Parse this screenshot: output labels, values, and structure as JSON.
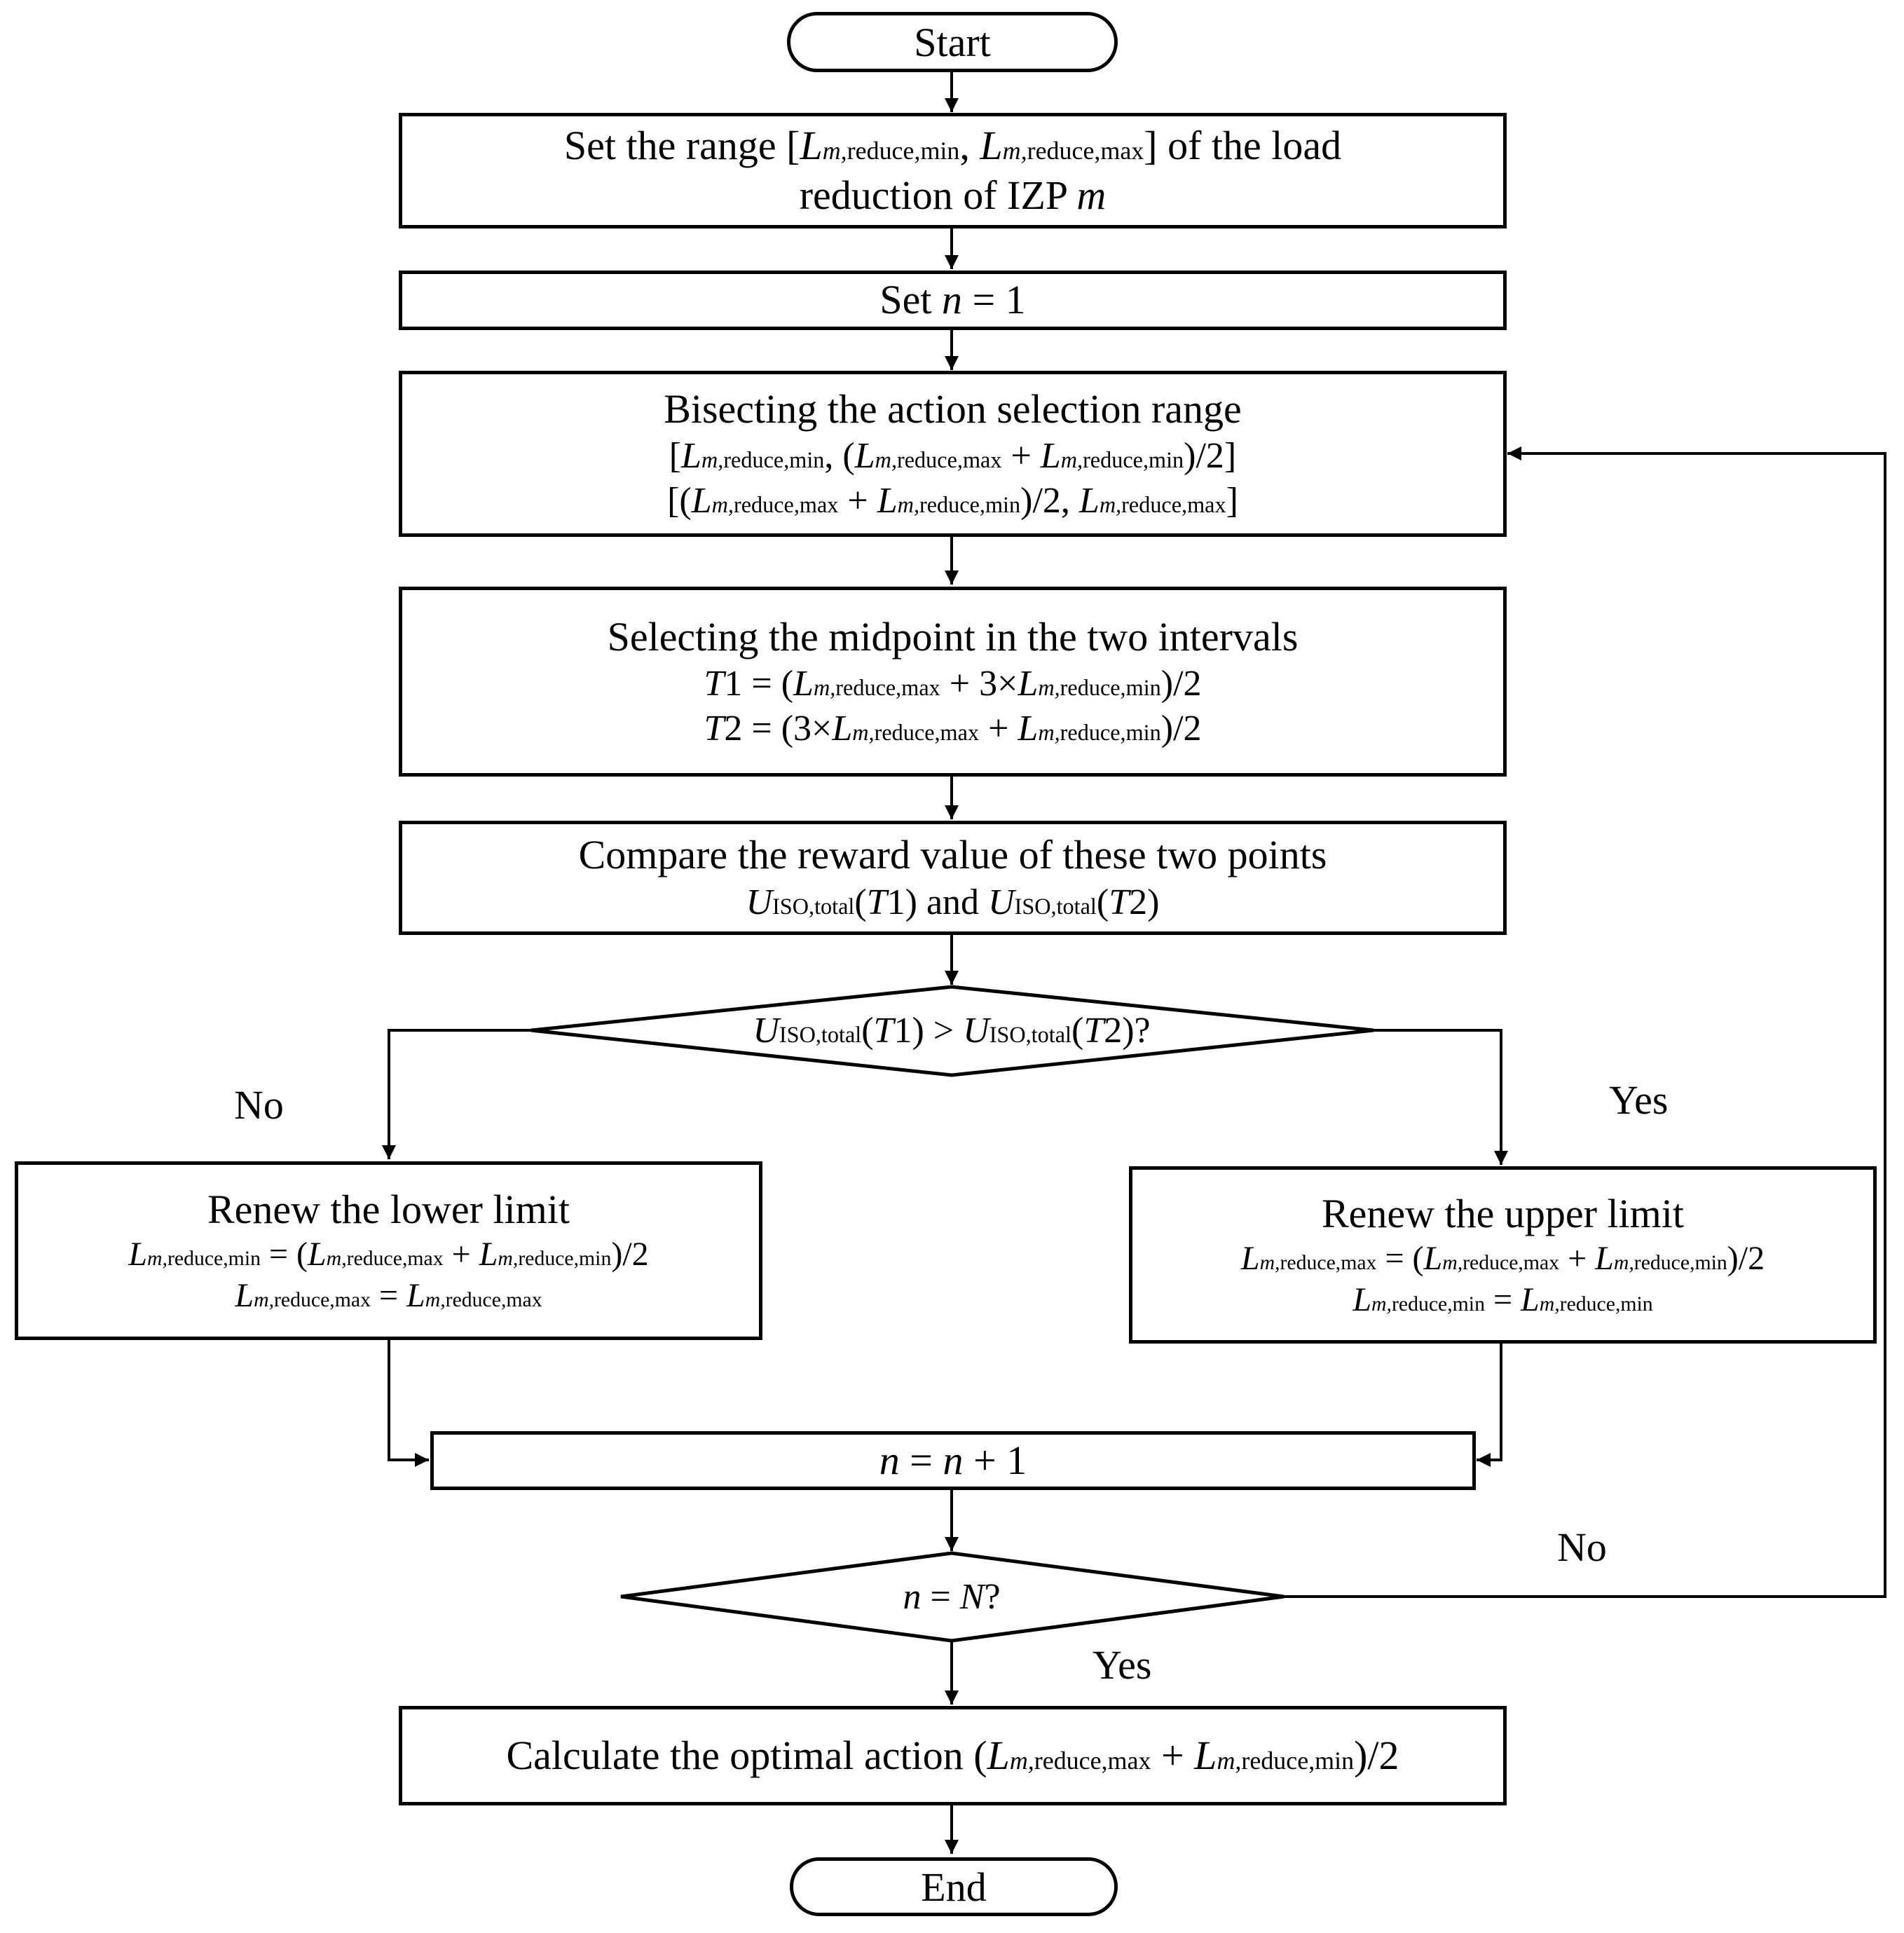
{
  "start_label": "Start",
  "end_label": "End",
  "sub": {
    "min": "reduce,min",
    "max": "reduce,max",
    "iso": "ISO,total"
  },
  "step_set_range": {
    "prefix": "Set the range [",
    "comma": ", ",
    "suffix": "] of the load",
    "line2": "reduction of IZP "
  },
  "step_set_n": {
    "prefix": "Set ",
    "suffix": " = 1"
  },
  "step_bisect": {
    "title": "Bisecting the action selection range",
    "l1_open": "[",
    "l1_mid": ", (",
    "plus": " + ",
    "l1_close": ")/2]",
    "l2_open": "[(",
    "l2_mid": ")/2, ",
    "l2_close": "]"
  },
  "step_midpoint": {
    "title": "Selecting the midpoint in the two intervals",
    "t1_eq": " = (",
    "t1_plus": " + 3×",
    "t1_close": ")/2",
    "t2_eq": " = (3×",
    "plus": " + ",
    "t2_close": ")/2"
  },
  "step_compare": {
    "title": "Compare the reward value of these two points",
    "and": ") and "
  },
  "decision_reward": {
    "gt": ") > ",
    "q": ")?"
  },
  "step_renew_lower": {
    "title": "Renew the lower limit",
    "eq": " = (",
    "plus": " + ",
    "close": ")/2",
    "eq2": " = "
  },
  "step_renew_upper": {
    "title": "Renew the upper limit",
    "eq": " = (",
    "plus": " + ",
    "close": ")/2",
    "eq2": " = "
  },
  "step_increment": {
    "eq": " = ",
    "plus": " + 1"
  },
  "decision_n": {
    "eq": " = ",
    "q": "?"
  },
  "step_optimal": {
    "prefix": "Calculate the optimal action (",
    "plus": " + ",
    "close": ")/2"
  },
  "var": {
    "L": "L",
    "m": "m",
    "mc": "m,",
    "n": "n",
    "N": "N",
    "U": "U",
    "T": "T",
    "one": "1",
    "two": "2",
    "open": "("
  },
  "labels": {
    "no_left": "No",
    "yes_right": "Yes",
    "no_loop": "No",
    "yes_down": "Yes"
  }
}
